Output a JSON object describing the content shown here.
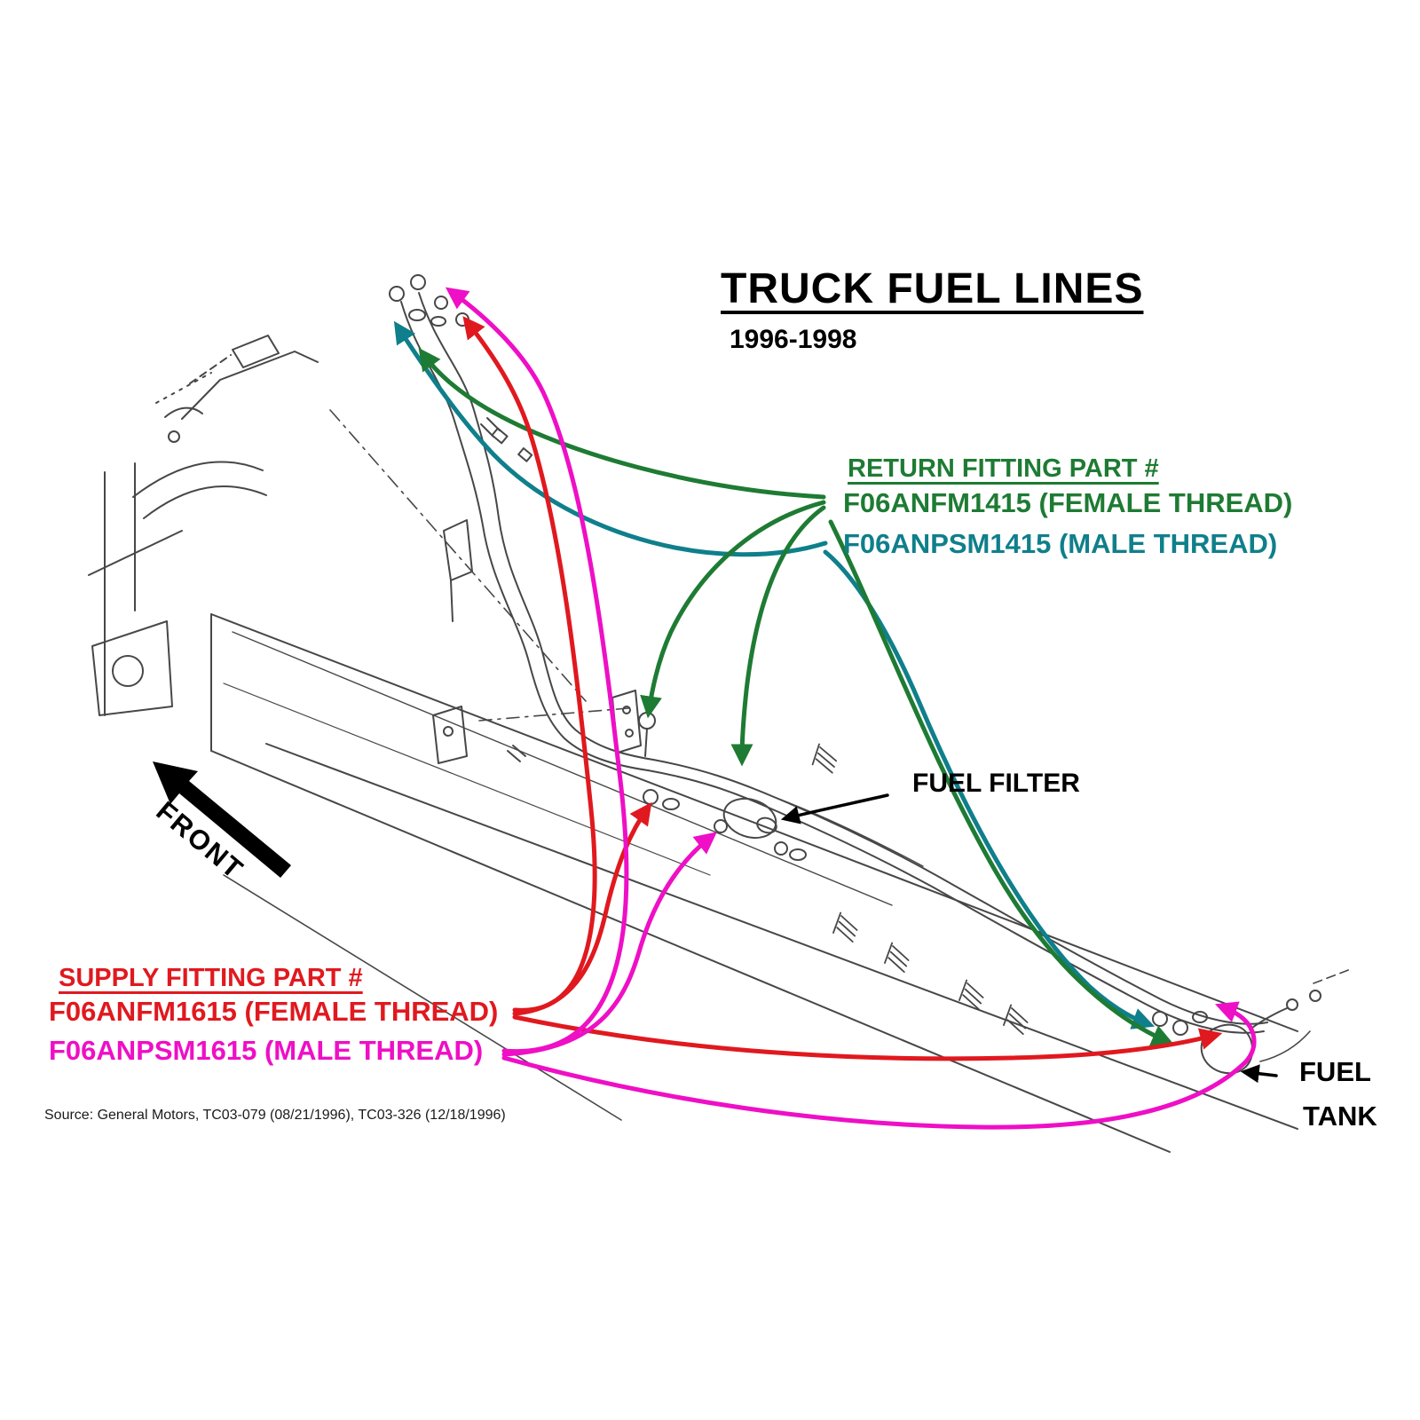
{
  "title": "TRUCK FUEL LINES",
  "subtitle": "1996-1998",
  "return_fitting": {
    "heading": "RETURN FITTING PART #",
    "female_part": "F06ANFM1415 (FEMALE THREAD)",
    "male_part": "F06ANPSM1415 (MALE THREAD)"
  },
  "supply_fitting": {
    "heading": "SUPPLY FITTING PART #",
    "female_part": "F06ANFM1615 (FEMALE THREAD)",
    "male_part": "F06ANPSM1615 (MALE THREAD)"
  },
  "callouts": {
    "fuel_filter": "FUEL FILTER",
    "fuel_tank_line1": "FUEL",
    "fuel_tank_line2": "TANK",
    "front": "FRONT"
  },
  "source_note": "Source: General Motors, TC03-079 (08/21/1996), TC03-326 (12/18/1996)",
  "colors": {
    "return_female_green": "#1e7b33",
    "return_male_teal": "#0f7f8b",
    "supply_female_red": "#e0191f",
    "supply_male_magenta": "#ee0fc6",
    "drawing_line_gray": "#474747"
  }
}
